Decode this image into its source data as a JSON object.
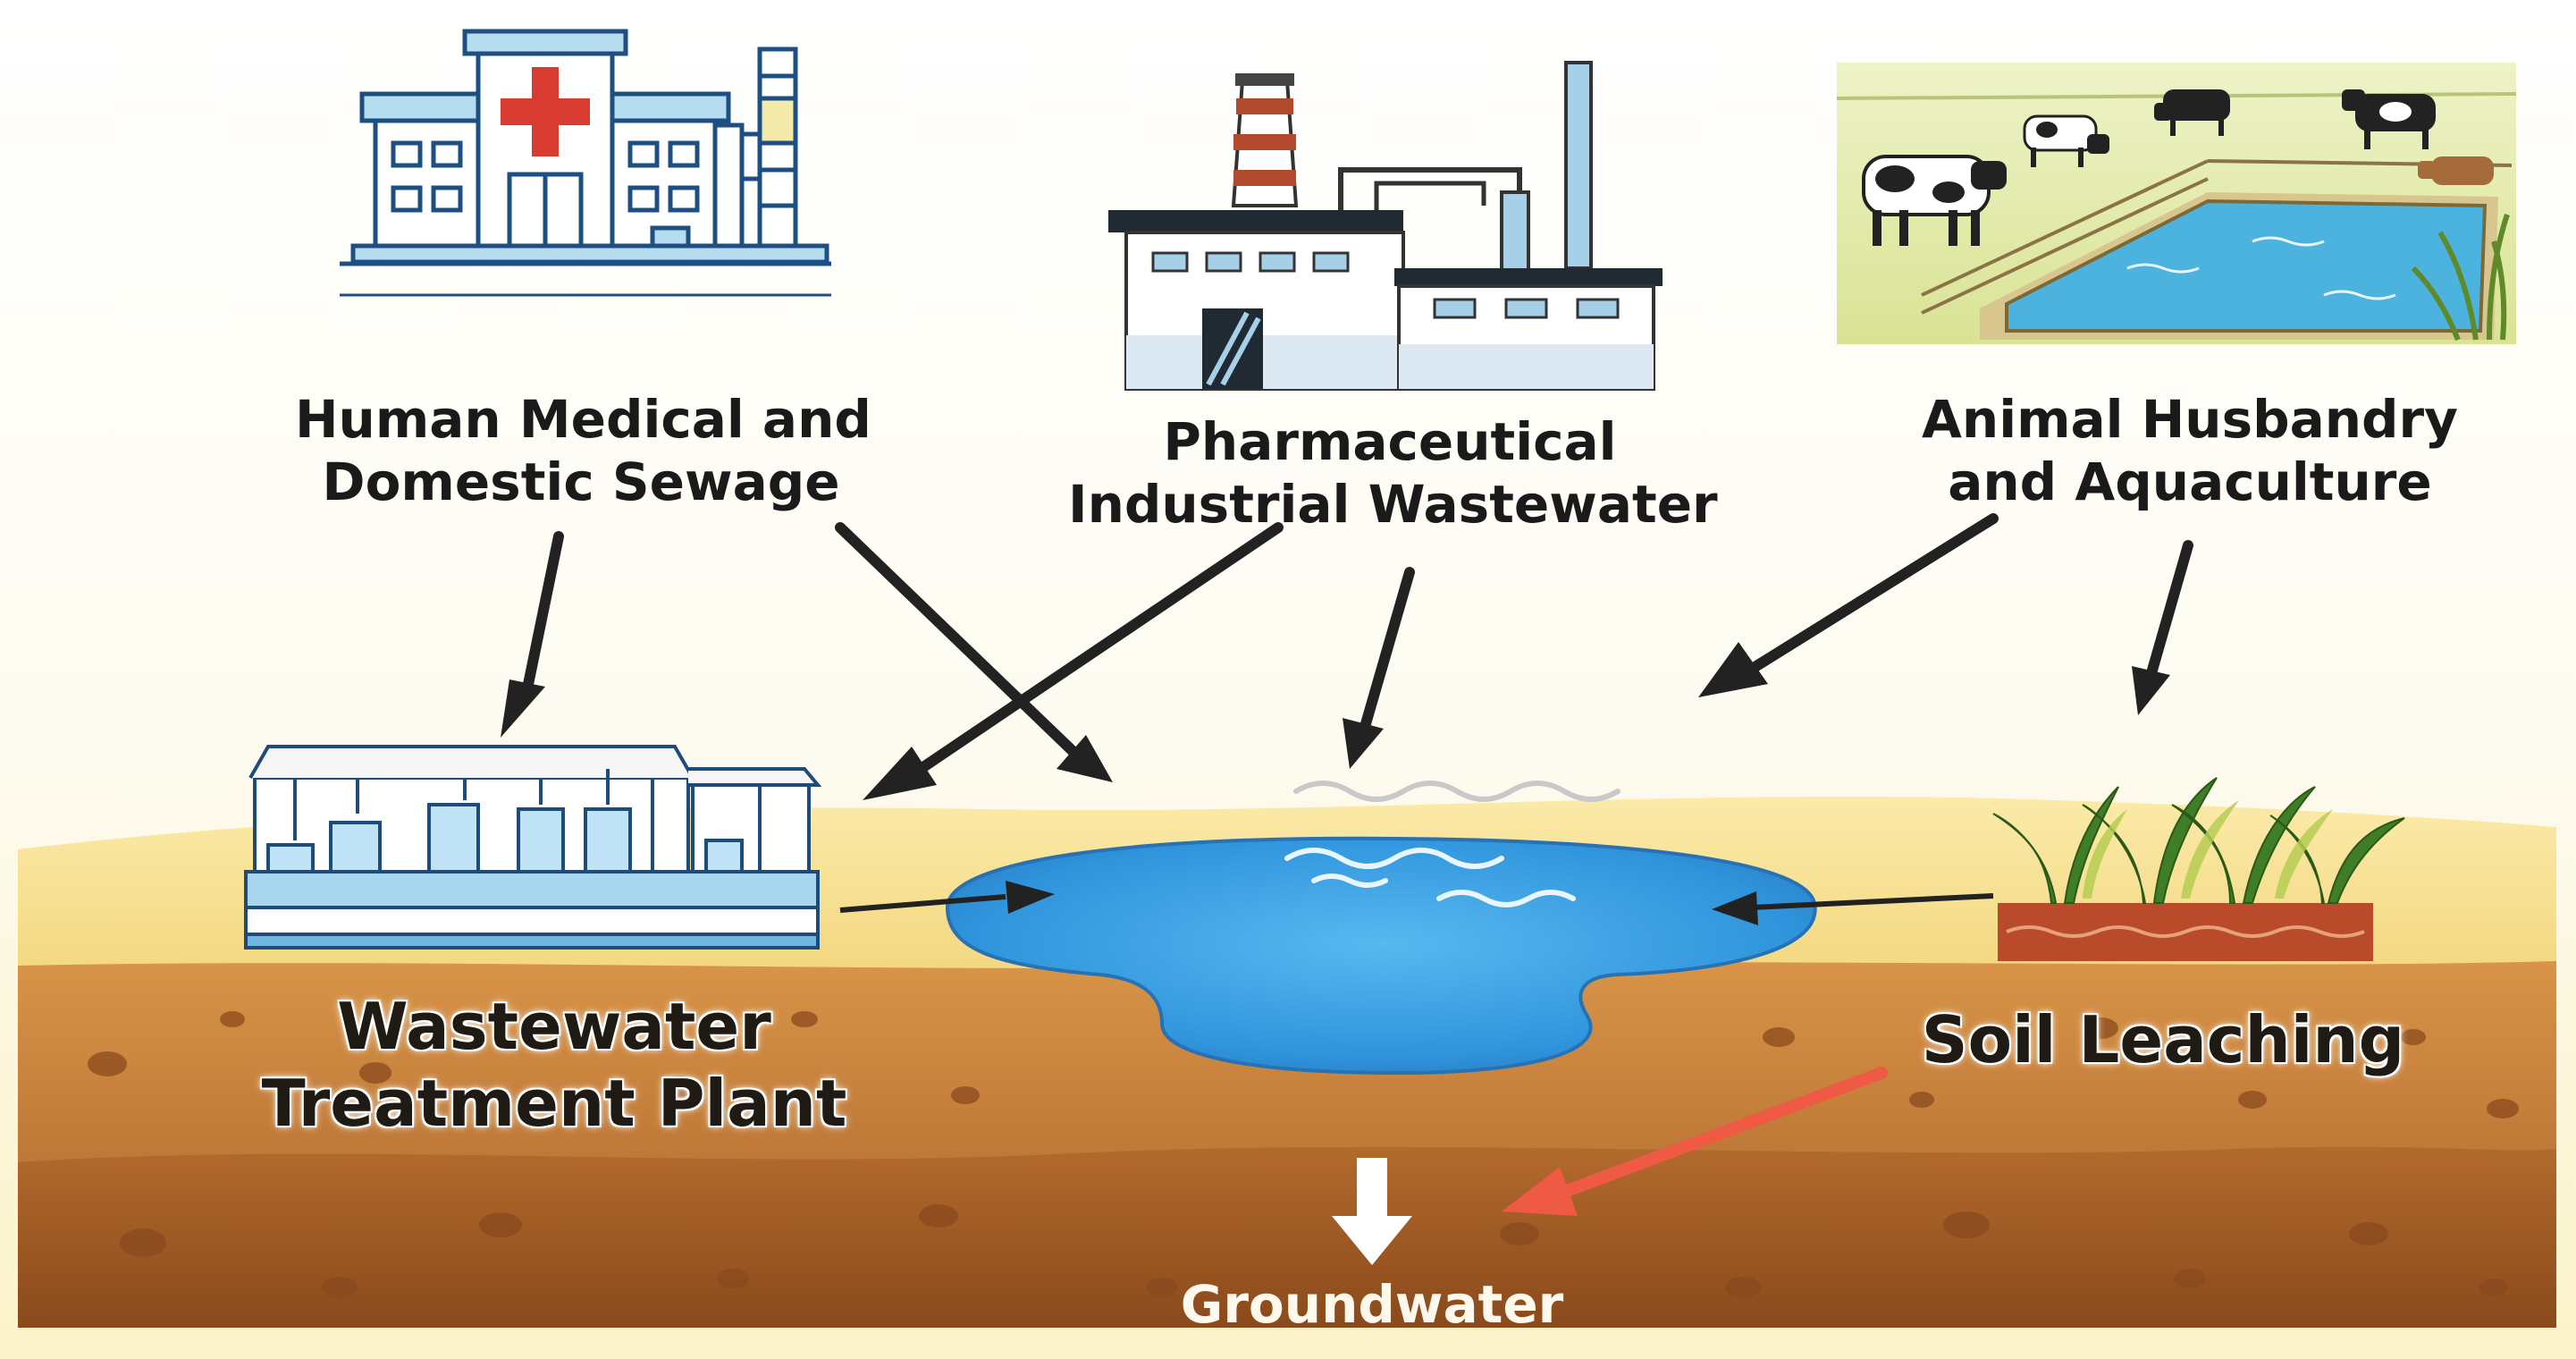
{
  "labels": {
    "medical": [
      "Human Medical and",
      "Domestic Sewage"
    ],
    "pharma": [
      "Pharmaceutical",
      "Industrial Wastewater"
    ],
    "animal": [
      "Animal Husbandry",
      "and Aquaculture"
    ],
    "treatment": [
      "Wastewater",
      "Treatment Plant"
    ],
    "soil": [
      "Soil Leaching"
    ],
    "groundwater": "Groundwater"
  },
  "colors": {
    "water": "#3a9be0",
    "sand": "#f6df8e",
    "soil_upper": "#c98540",
    "soil_lower": "#a35a24",
    "arrow": "#222222",
    "leach_arrow": "#ee5a44"
  }
}
